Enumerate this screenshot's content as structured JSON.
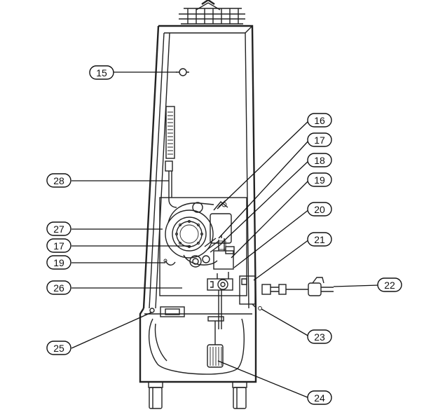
{
  "callouts": [
    {
      "id": "c15a",
      "label": "15"
    },
    {
      "id": "c16",
      "label": "16"
    },
    {
      "id": "c17a",
      "label": "17"
    },
    {
      "id": "c18",
      "label": "18"
    },
    {
      "id": "c19a",
      "label": "19"
    },
    {
      "id": "c20",
      "label": "20"
    },
    {
      "id": "c21",
      "label": "21"
    },
    {
      "id": "c22",
      "label": "22"
    },
    {
      "id": "c23",
      "label": "23"
    },
    {
      "id": "c24",
      "label": "24"
    },
    {
      "id": "c25",
      "label": "25"
    },
    {
      "id": "c26",
      "label": "26"
    },
    {
      "id": "c27",
      "label": "27"
    },
    {
      "id": "c28",
      "label": "28"
    },
    {
      "id": "c17b",
      "label": "17"
    },
    {
      "id": "c19b",
      "label": "19"
    }
  ]
}
